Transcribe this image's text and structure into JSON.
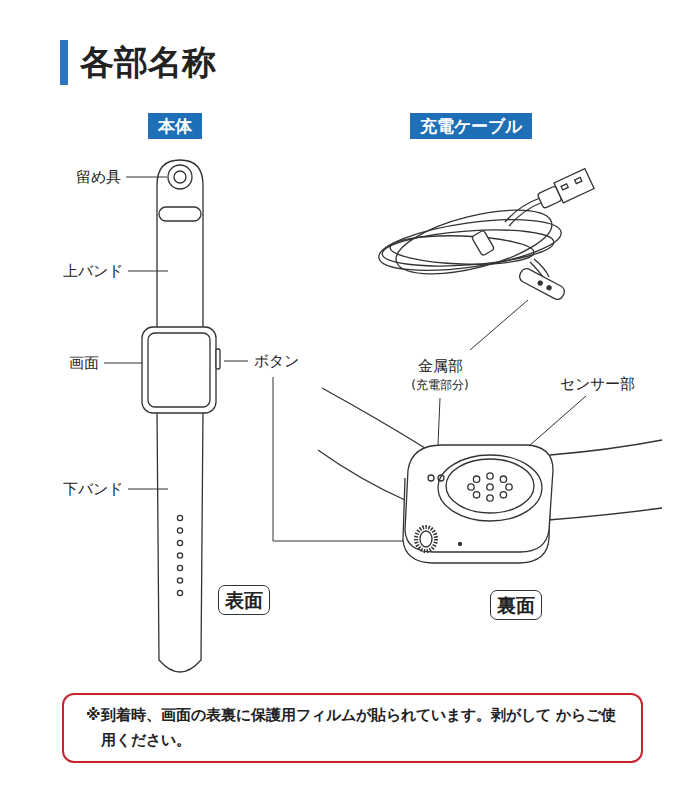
{
  "diagram": {
    "title": "各部名称",
    "nodes": [
      {
        "text": [
          "本体"
        ]
      },
      {
        "text": [
          "充電ケーブル"
        ]
      },
      {
        "text": [
          "表面"
        ]
      },
      {
        "text": [
          "裏面"
        ]
      },
      {
        "text": [
          "※到着時、画面の表裏に保護用フィルムが貼られています。剥がして からご使用ください。"
        ]
      }
    ],
    "labels": [
      "留め具",
      "上バンド",
      "画面",
      "ボタン",
      "下バンド",
      "金属部",
      "(充電部分)",
      "センサー部"
    ]
  }
}
